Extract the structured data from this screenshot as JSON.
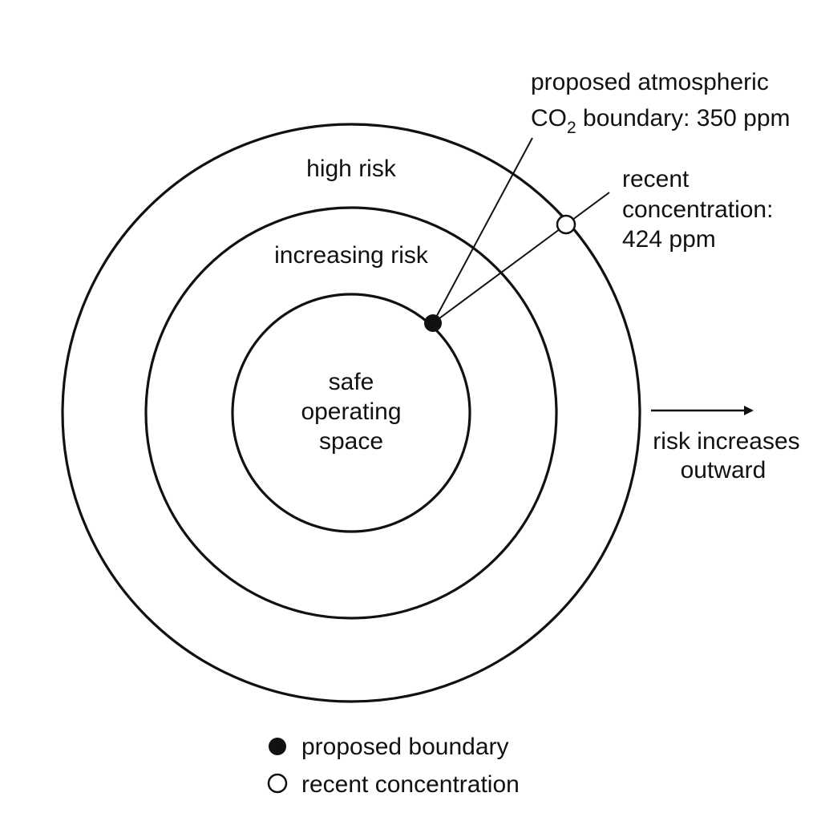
{
  "rings": {
    "outer_label": "high risk",
    "middle_label": "increasing risk",
    "inner_label_lines": [
      "safe",
      "operating",
      "space"
    ]
  },
  "callouts": {
    "proposed": {
      "line1": "proposed atmospheric",
      "line2_prefix": "CO",
      "line2_subscript": "2",
      "line2_suffix": " boundary: 350 ppm"
    },
    "recent": {
      "lines": [
        "recent",
        "concentration:",
        "424 ppm"
      ]
    }
  },
  "direction": {
    "lines": [
      "risk increases",
      "outward"
    ],
    "arrow_icon": "right-arrow-icon"
  },
  "legend": {
    "items": [
      {
        "icon": "filled-circle-icon",
        "label": "proposed boundary"
      },
      {
        "icon": "open-circle-icon",
        "label": "recent concentration"
      }
    ]
  },
  "colors": {
    "ink": "#111111",
    "background": "#ffffff"
  }
}
